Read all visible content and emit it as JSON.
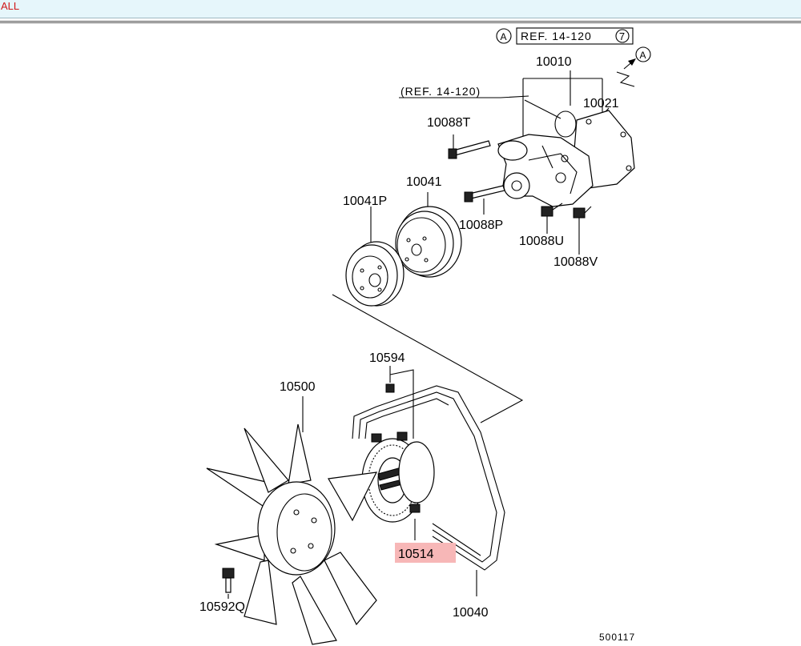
{
  "tab": {
    "label": "ALL"
  },
  "refs": {
    "circle_a_top": "A",
    "ref_top": "REF. 14-120",
    "ref_top_num": "7",
    "circle_a_arrow": "A",
    "ref_mid": "(REF. 14-120)"
  },
  "parts": [
    {
      "id": "10010",
      "highlight": false
    },
    {
      "id": "10021",
      "highlight": false
    },
    {
      "id": "10088T",
      "highlight": false
    },
    {
      "id": "10041",
      "highlight": false
    },
    {
      "id": "10041P",
      "highlight": false
    },
    {
      "id": "10088P",
      "highlight": false
    },
    {
      "id": "10088U",
      "highlight": false
    },
    {
      "id": "10088V",
      "highlight": false
    },
    {
      "id": "10594",
      "highlight": false
    },
    {
      "id": "10500",
      "highlight": false
    },
    {
      "id": "10514",
      "highlight": true
    },
    {
      "id": "10592Q",
      "highlight": false
    },
    {
      "id": "10040",
      "highlight": false
    }
  ],
  "diagram_code": "500117",
  "colors": {
    "highlight": "#f7b7b7",
    "tab_text": "#d01818",
    "topbar": "#e6f6fb"
  }
}
